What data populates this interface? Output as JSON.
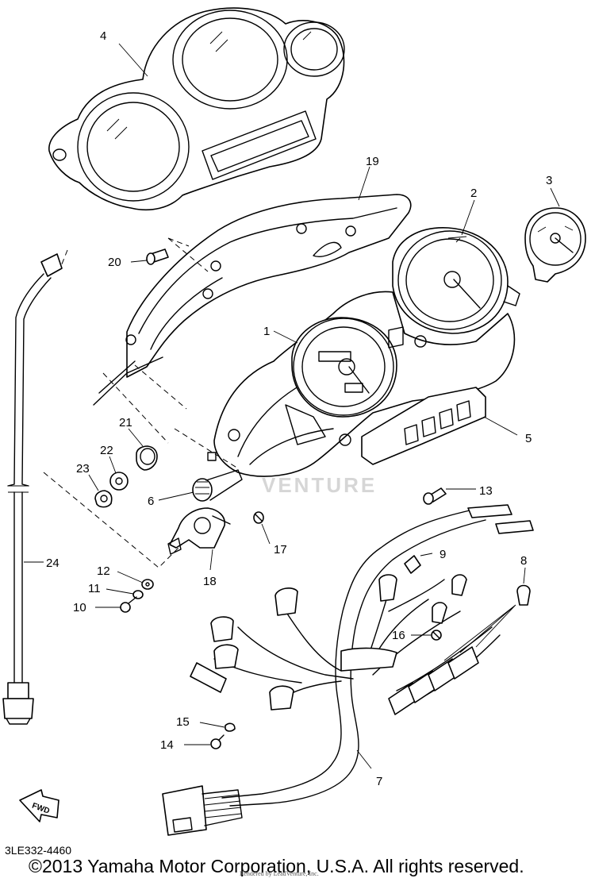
{
  "diagram": {
    "callouts": [
      {
        "id": "4",
        "text": "4"
      },
      {
        "id": "19",
        "text": "19"
      },
      {
        "id": "2",
        "text": "2"
      },
      {
        "id": "3",
        "text": "3"
      },
      {
        "id": "20",
        "text": "20"
      },
      {
        "id": "1",
        "text": "1"
      },
      {
        "id": "5",
        "text": "5"
      },
      {
        "id": "21",
        "text": "21"
      },
      {
        "id": "22",
        "text": "22"
      },
      {
        "id": "23",
        "text": "23"
      },
      {
        "id": "6",
        "text": "6"
      },
      {
        "id": "13",
        "text": "13"
      },
      {
        "id": "17",
        "text": "17"
      },
      {
        "id": "24",
        "text": "24"
      },
      {
        "id": "9",
        "text": "9"
      },
      {
        "id": "12",
        "text": "12"
      },
      {
        "id": "18",
        "text": "18"
      },
      {
        "id": "8",
        "text": "8"
      },
      {
        "id": "11",
        "text": "11"
      },
      {
        "id": "10",
        "text": "10"
      },
      {
        "id": "16",
        "text": "16"
      },
      {
        "id": "15",
        "text": "15"
      },
      {
        "id": "14",
        "text": "14"
      },
      {
        "id": "7",
        "text": "7"
      }
    ],
    "fwd_label": "FWD",
    "watermark": "VENTURE"
  },
  "footer": {
    "part_code": "3LE332-4460",
    "copyright": "©2013 Yamaha Motor Corporation, U.S.A. All rights reserved.",
    "rendered_by": "Rendered by LeadVenture, Inc."
  }
}
